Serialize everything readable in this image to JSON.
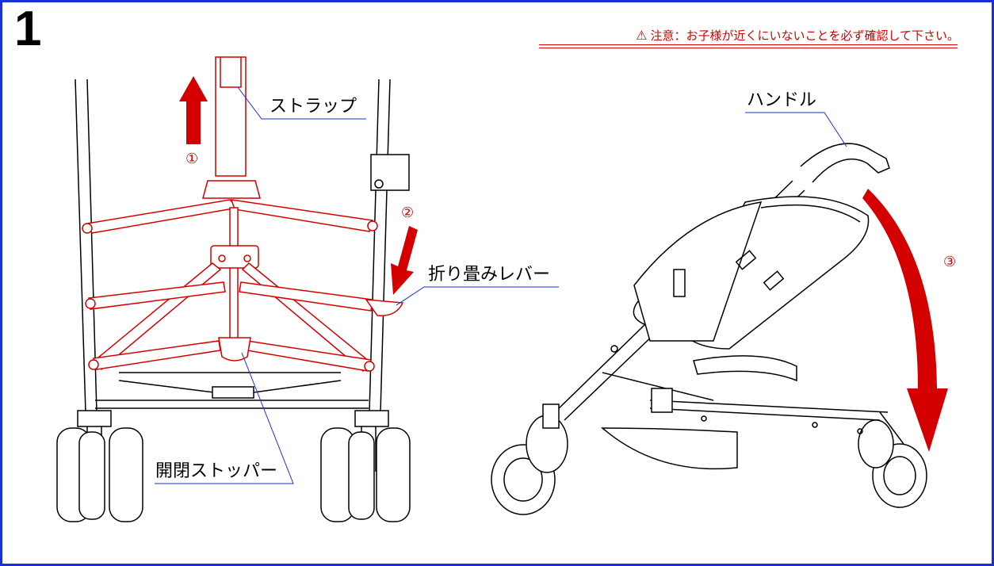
{
  "step_number": "1",
  "warning": {
    "icon": "warning-triangle-icon",
    "text": "注意：お子様が近くにいないことを必ず確認して下さい。"
  },
  "labels": {
    "strap": "ストラップ",
    "fold_lever": "折り畳みレバー",
    "open_close_stopper": "開閉ストッパー",
    "handle": "ハンドル"
  },
  "markers": {
    "step1": "①",
    "step2": "②",
    "step3": "③"
  },
  "colors": {
    "frame_border": "#1a2fd8",
    "accent_red": "#d40000",
    "leader_line": "#1a2fd8",
    "line_art": "#000000"
  }
}
